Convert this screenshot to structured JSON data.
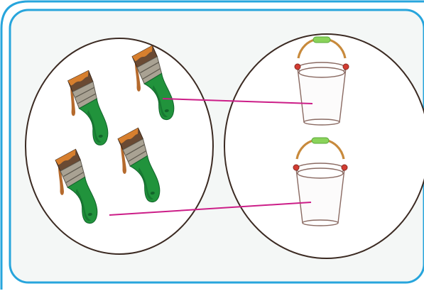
{
  "exercise": {
    "type": "one-to-one-matching",
    "left_group": {
      "item": "paintbrush-icon",
      "count": 4
    },
    "right_group": {
      "item": "bucket-icon",
      "count": 2
    },
    "connections": [
      {
        "from_brush": 1,
        "to_bucket": 0
      },
      {
        "from_brush": 2,
        "to_bucket": 1
      }
    ]
  },
  "colors": {
    "frame": "#27a5dc",
    "panel": "#f4f7f6",
    "oval_stroke": "#3b2a22",
    "brush_handle": "#21933c",
    "brush_handle_dark": "#11642a",
    "brush_ferrule": "#a9a293",
    "brush_bristles": "#6a4a33",
    "paint": "#d77f2e",
    "paint_drip": "#b56a2d",
    "bucket_stroke": "#8a6a62",
    "bucket_rim_ring": "#d23c32",
    "bucket_handle": "#c88a3c",
    "bucket_grip": "#8ad35a",
    "match_line": "#cc1e88"
  }
}
